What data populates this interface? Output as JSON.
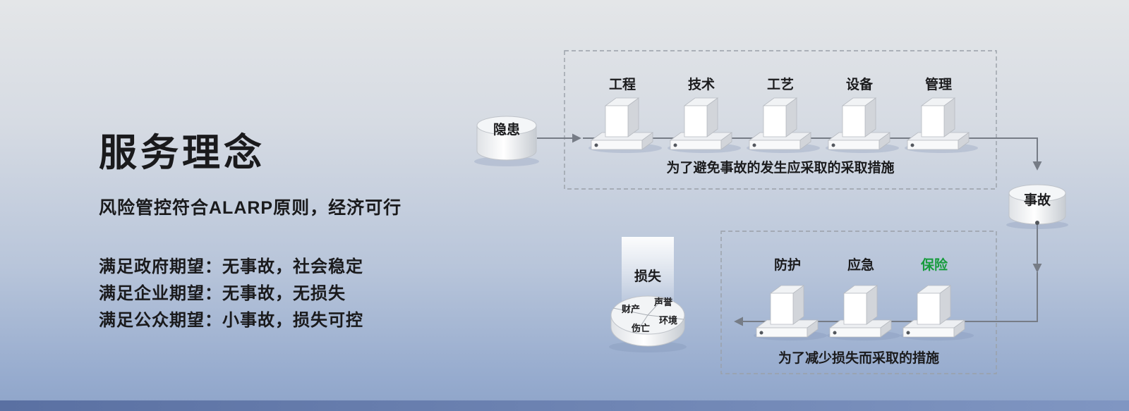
{
  "left": {
    "title": "服务理念",
    "subtitle": "风险管控符合ALARP原则，经济可行",
    "expectations": [
      "满足政府期望：无事故，社会稳定",
      "满足企业期望：无事故，无损失",
      "满足公众期望：小事故，损失可控"
    ]
  },
  "diagram": {
    "hazard": "隐患",
    "accident": "事故",
    "prevention": {
      "barriers": [
        "工程",
        "技术",
        "工艺",
        "设备",
        "管理"
      ],
      "caption": "为了避免事故的发生应采取的采取措施"
    },
    "mitigation": {
      "barriers": [
        "防护",
        "应急",
        "保险"
      ],
      "caption": "为了减少损失而采取的措施"
    },
    "loss": {
      "label": "损失",
      "segments": [
        "财产",
        "声誉",
        "伤亡",
        "环境"
      ]
    },
    "colors": {
      "insurance_green": "#179c3d",
      "arrow_gray": "#767c86"
    }
  }
}
